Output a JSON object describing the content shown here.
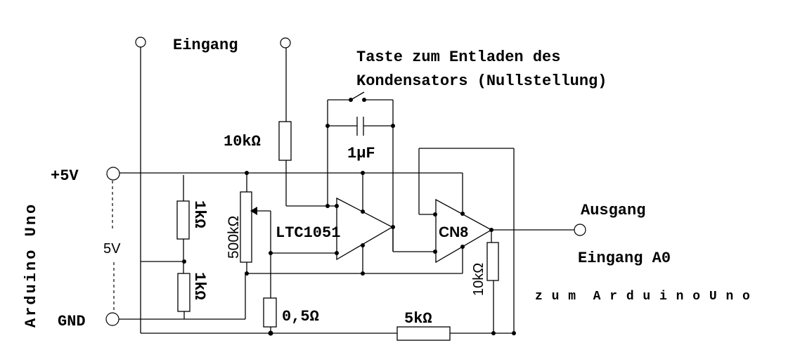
{
  "diagram": {
    "type": "circuit-schematic",
    "labels": {
      "input_top": "Eingang",
      "button_note_line1": "Taste zum Entladen des",
      "button_note_line2": "Kondensators (Nullstellung)",
      "arduino_side": "Arduino Uno",
      "plus5v": "+5V",
      "gnd": "GND",
      "supply_voltage": "5V",
      "output": "Ausgang",
      "arduino_input": "Eingang A0",
      "to_arduino": "z u m  A r d u i n o U n o"
    },
    "components": {
      "r_input": "10kΩ",
      "capacitor": "1μF",
      "r_div_top": "1kΩ",
      "r_div_bottom": "1kΩ",
      "potentiometer": "500kΩ",
      "opamp1": "LTC1051",
      "opamp2": "CN8",
      "r_feedback": "10kΩ",
      "r_shunt": "0,5Ω",
      "r_bottom": "5kΩ"
    }
  }
}
